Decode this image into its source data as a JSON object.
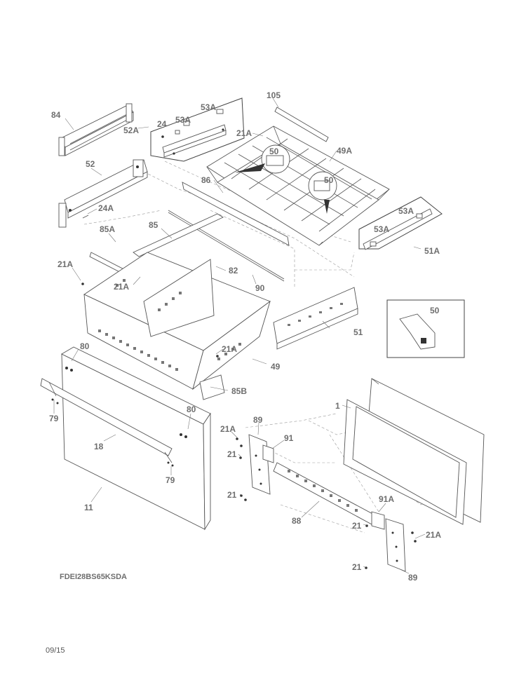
{
  "model": "FDEI28BS65KSDA",
  "date_code": "09/15",
  "callouts": {
    "c84": "84",
    "c52A": "52A",
    "c53A_a": "53A",
    "c24": "24",
    "c53A_b": "53A",
    "c105": "105",
    "c21A_a": "21A",
    "c50_a": "50",
    "c49A": "49A",
    "c52": "52",
    "c86": "86",
    "c50_b": "50",
    "c24A": "24A",
    "c53A_c": "53A",
    "c53A_d": "53A",
    "c51A": "51A",
    "c85A": "85A",
    "c85": "85",
    "c21A_b": "21A",
    "c82": "82",
    "c21A_c": "21A",
    "c90": "90",
    "c50_c": "50",
    "c51": "51",
    "c80_a": "80",
    "c21A_d": "21A",
    "c49": "49",
    "c85B": "85B",
    "c1": "1",
    "c79_a": "79",
    "c80_b": "80",
    "c21A_e": "21A",
    "c89_a": "89",
    "c91": "91",
    "c18": "18",
    "c21_a": "21",
    "c79_b": "79",
    "c11": "11",
    "c21_b": "21",
    "c91A": "91A",
    "c88": "88",
    "c21_c": "21",
    "c21A_f": "21A",
    "c21_d": "21",
    "c89_b": "89"
  }
}
